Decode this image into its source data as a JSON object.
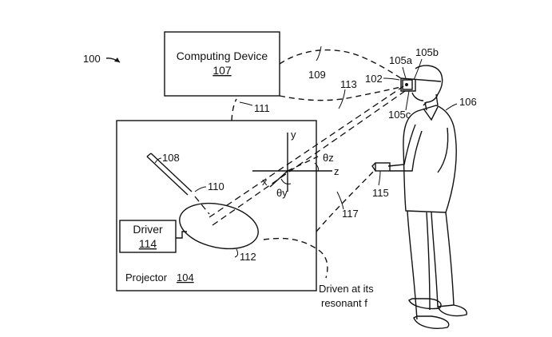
{
  "figure_ref": "100",
  "computing_device": {
    "label": "Computing Device",
    "ref": "107"
  },
  "projector": {
    "label": "Projector",
    "ref": "104"
  },
  "driver": {
    "label": "Driver",
    "ref": "114"
  },
  "mirror_ref": "112",
  "laser_ref": "108",
  "beam_ref": "110",
  "link_refs": {
    "device_projector": "111",
    "device_headset": "109",
    "projector_headset": "113",
    "projector_controller": "117"
  },
  "person_ref": "106",
  "headset_ref": "102",
  "sensor_refs": {
    "a": "105a",
    "b": "105b",
    "c": "105c"
  },
  "controller_ref": "115",
  "axes": {
    "x": "x",
    "y": "y",
    "z": "z",
    "theta_z": "θz",
    "theta_y": "θy"
  },
  "note": {
    "line1": "Driven at its",
    "line2": "resonant f"
  }
}
